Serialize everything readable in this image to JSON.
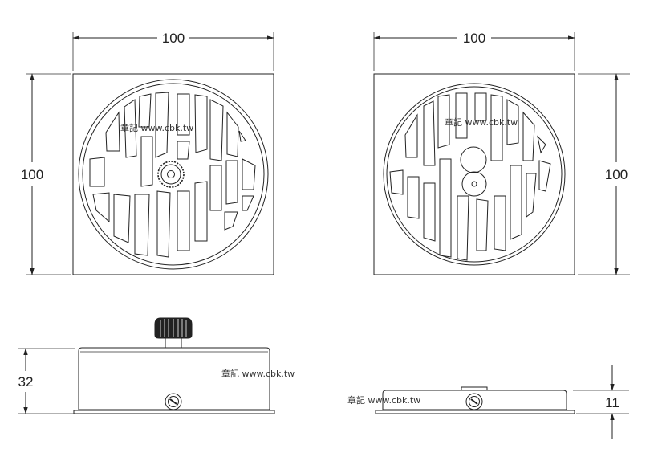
{
  "dimensions": {
    "top_left_width": "100",
    "top_left_height": "100",
    "top_right_width": "100",
    "top_right_height": "100",
    "side_left_height": "32",
    "side_right_height": "11"
  },
  "watermarks": {
    "top_left": "章記 www.cbk.tw",
    "top_right": "章記 www.cbk.tw",
    "side_left": "章記 www.cbk.tw",
    "side_right": "章記 www.cbk.tw"
  },
  "colors": {
    "line": "#222222",
    "background": "#ffffff"
  }
}
